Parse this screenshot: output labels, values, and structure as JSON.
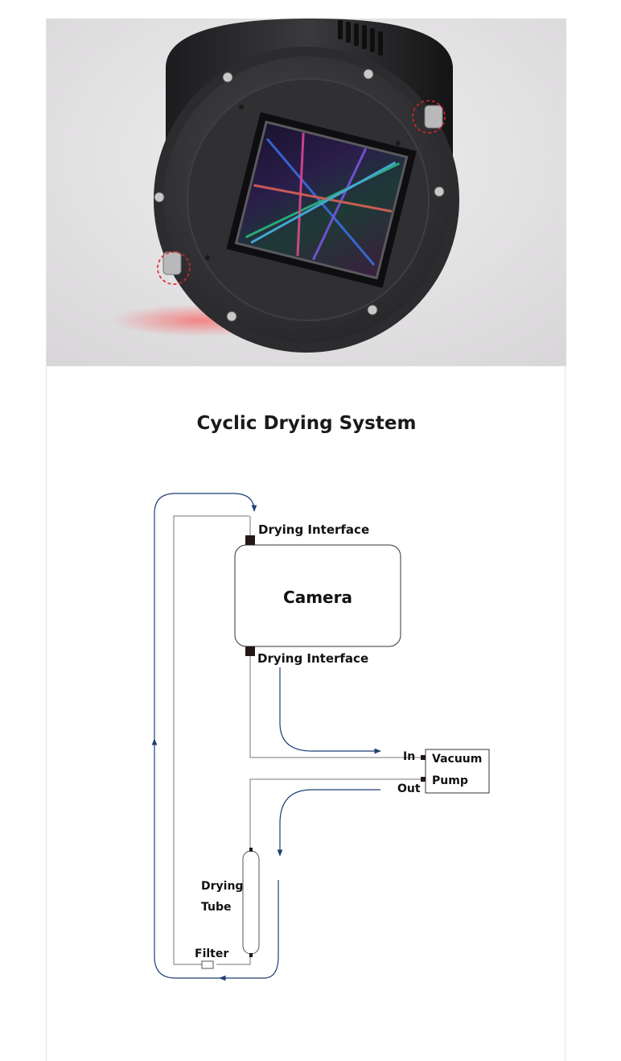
{
  "photo": {
    "subject": "camera-sensor-front-view"
  },
  "diagram": {
    "title": "Cyclic Drying System",
    "labels": {
      "drying_interface_top": "Drying Interface",
      "drying_interface_bottom": "Drying Interface",
      "camera": "Camera",
      "in": "In",
      "out": "Out",
      "vacuum": "Vacuum",
      "pump": "Pump",
      "drying": "Drying",
      "tube": "Tube",
      "filter": "Filter"
    },
    "colors": {
      "flow_arrow": "#1f3f73",
      "pipe": "#777777",
      "highlight_circle": "#d9232e"
    }
  }
}
